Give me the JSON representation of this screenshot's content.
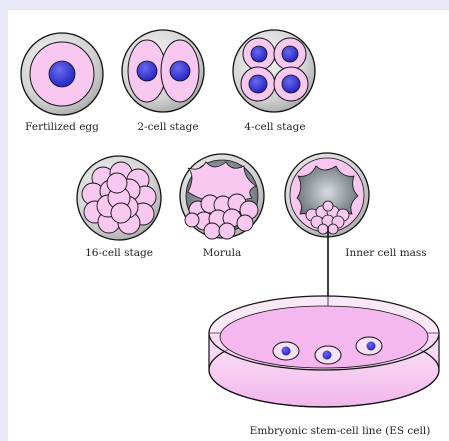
{
  "diagram": {
    "labels": {
      "fertilized_egg": "Fertilized egg",
      "two_cell": "2-cell stage",
      "four_cell": "4-cell stage",
      "sixteen_cell": "16-cell stage",
      "morula": "Morula",
      "inner_cell_mass": "Inner cell mass",
      "es_cell_line": "Embryonic stem-cell line (ES cell)"
    },
    "colors": {
      "background": "#e8e8f8",
      "zona": "#d6d6d6",
      "cell_fill": "#f8c8f0",
      "nucleus": "#3a3ad8",
      "dish_medium": "#f4b8ee",
      "cavity": "#8a9298",
      "outline": "#111111"
    }
  }
}
